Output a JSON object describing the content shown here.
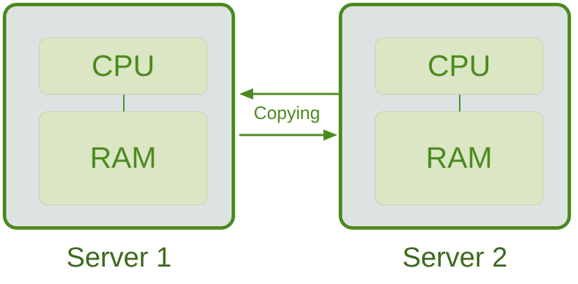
{
  "servers": [
    {
      "name": "Server 1",
      "cpu_label": "CPU",
      "ram_label": "RAM"
    },
    {
      "name": "Server 2",
      "cpu_label": "CPU",
      "ram_label": "RAM"
    }
  ],
  "connection": {
    "label": "Copying"
  },
  "colors": {
    "accent": "#4c8a1e",
    "server_fill": "#dde3e3",
    "module_fill": "#dbe6c4",
    "label_text": "#3c6a1a"
  }
}
